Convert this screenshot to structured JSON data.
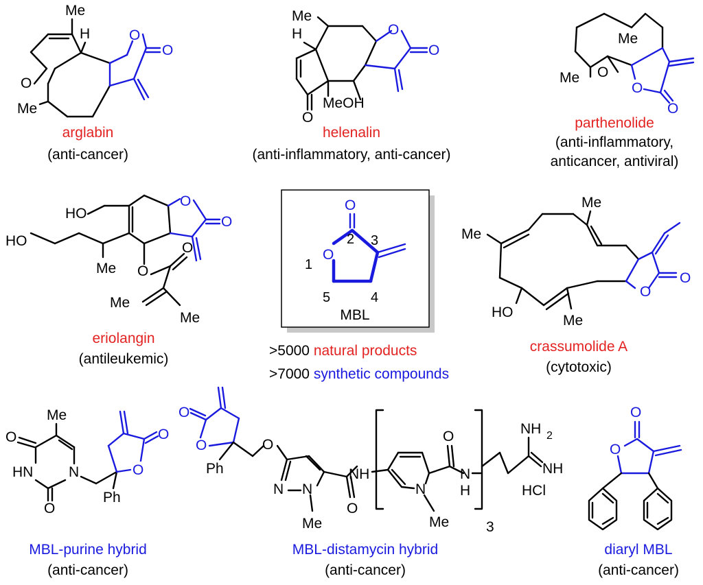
{
  "colors": {
    "name_red": "#e32222",
    "name_blue": "#1a1adf",
    "bond_black": "#000000"
  },
  "atom_labels": {
    "Me": "Me",
    "H": "H",
    "O": "O",
    "OH": "OH",
    "HO": "HO",
    "NH": "NH",
    "HN": "HN",
    "N": "N",
    "NH2": "NH",
    "NH2_sub": "2",
    "Ph": "Ph",
    "HCl": "HCl",
    "MeOH": "MeOH",
    "repeat": "3"
  },
  "compounds": {
    "arglabin": {
      "name": "arglabin",
      "activity": "(anti-cancer)"
    },
    "helenalin": {
      "name": "helenalin",
      "activity": "(anti-inflammatory, anti-cancer)"
    },
    "parthenolide": {
      "name": "parthenolide",
      "activity_1": "(anti-inflammatory,",
      "activity_2": "anticancer, antiviral)"
    },
    "eriolangin": {
      "name": "eriolangin",
      "activity": "(antileukemic)"
    },
    "crassumolide": {
      "name": "crassumolide A",
      "activity": "(cytotoxic)"
    },
    "purine_hybrid": {
      "name": "MBL-purine hybrid",
      "activity": "(anti-cancer)"
    },
    "distamycin_hybrid": {
      "name": "MBL-distamycin hybrid",
      "activity": "(anti-cancer)"
    },
    "diaryl": {
      "name": "diaryl MBL",
      "activity": "(anti-cancer)"
    }
  },
  "mbl_box": {
    "label": "MBL",
    "ring_numbers": [
      "1",
      "2",
      "3",
      "4",
      "5"
    ],
    "stat_1_count": ">5000",
    "stat_1_text": "natural products",
    "stat_2_count": ">7000",
    "stat_2_text": "synthetic compounds"
  }
}
